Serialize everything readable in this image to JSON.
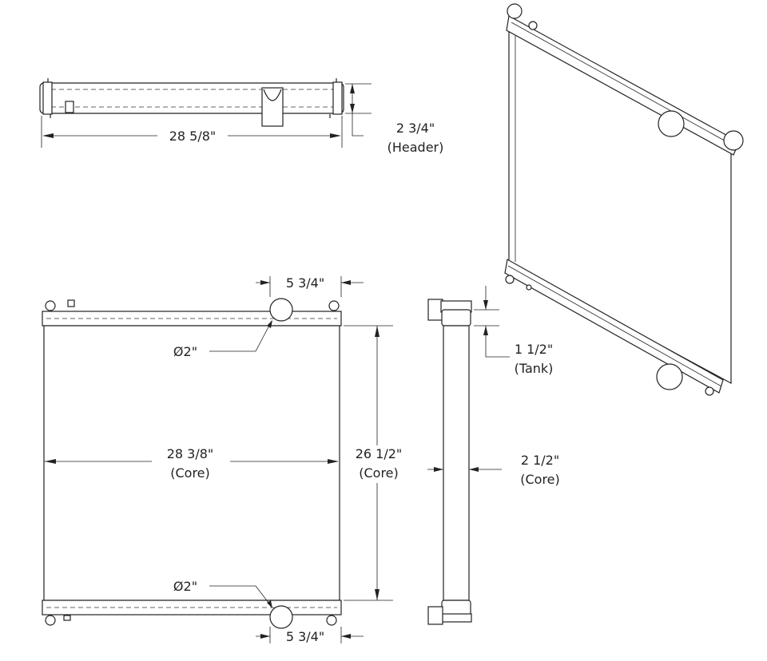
{
  "top_view": {
    "width_label": "28 5/8\"",
    "height_label": "2 3/4\"",
    "height_note": "(Header)"
  },
  "front_view": {
    "top_offset_label": "5 3/4\"",
    "top_diameter_label": "Ø2\"",
    "core_width_label": "28 3/8\"",
    "core_width_note": "(Core)",
    "core_height_label": "26 1/2\"",
    "core_height_note": "(Core)",
    "bottom_diameter_label": "Ø2\"",
    "bottom_offset_label": "5 3/4\""
  },
  "side_view": {
    "tank_label": "1 1/2\"",
    "tank_note": "(Tank)",
    "depth_label": "2 1/2\"",
    "depth_note": "(Core)"
  }
}
